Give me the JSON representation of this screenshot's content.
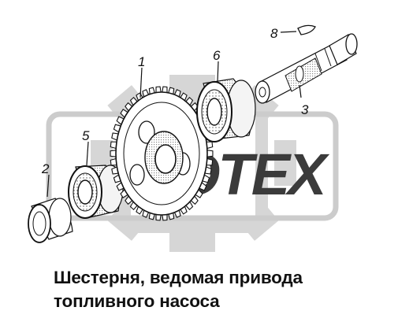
{
  "diagram": {
    "callouts": [
      {
        "id": "gear",
        "label": "1"
      },
      {
        "id": "ring",
        "label": "2"
      },
      {
        "id": "shaft",
        "label": "3"
      },
      {
        "id": "bearing-small",
        "label": "5"
      },
      {
        "id": "bearing-large",
        "label": "6"
      },
      {
        "id": "key",
        "label": "8"
      }
    ],
    "watermark": "OTEX",
    "caption_line1": "Шестерня, ведомая привода",
    "caption_line2": "топливного насоса"
  }
}
